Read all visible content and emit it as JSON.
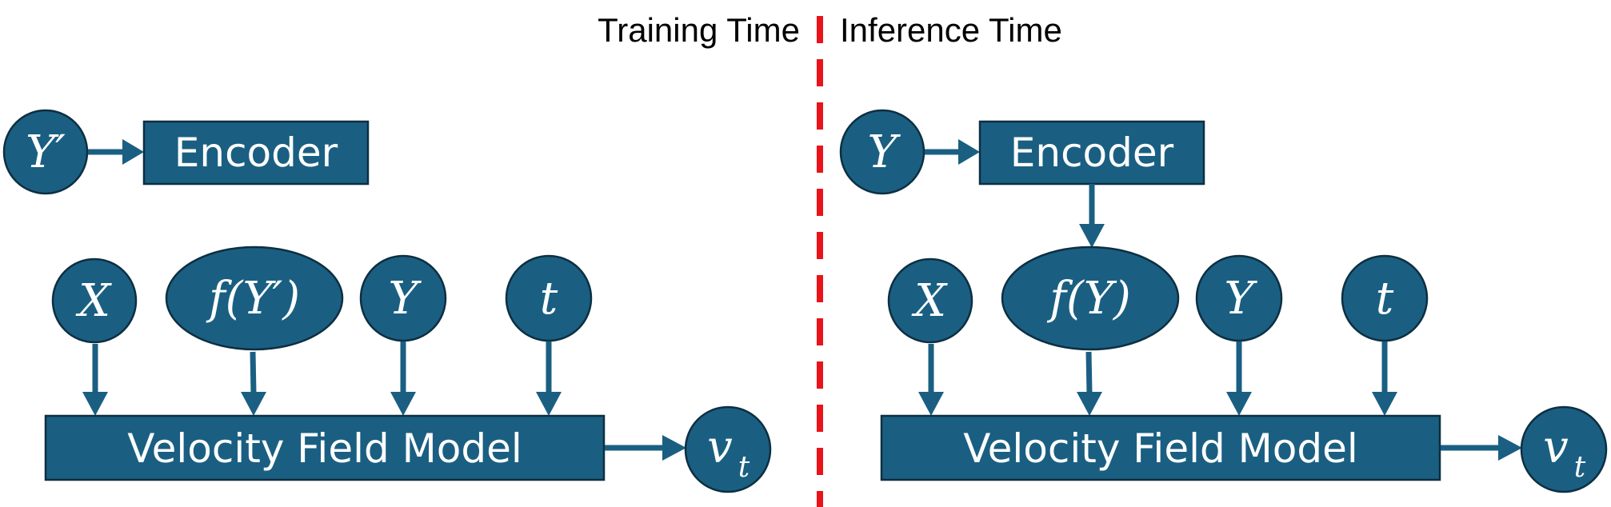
{
  "headers": {
    "training": "Training Time",
    "inference": "Inference Time"
  },
  "colors": {
    "node": "#1a5f82",
    "divider": "#e8141a"
  },
  "training": {
    "input": "Y′",
    "encoder": "Encoder",
    "x": "X",
    "f": "f(Y′)",
    "y": "Y",
    "t": "t",
    "model": "Velocity Field Model",
    "output_v": "v",
    "output_t": "t"
  },
  "inference": {
    "input": "Y",
    "encoder": "Encoder",
    "x": "X",
    "f": "f(Y)",
    "y": "Y",
    "t": "t",
    "model": "Velocity Field Model",
    "output_v": "v",
    "output_t": "t"
  }
}
